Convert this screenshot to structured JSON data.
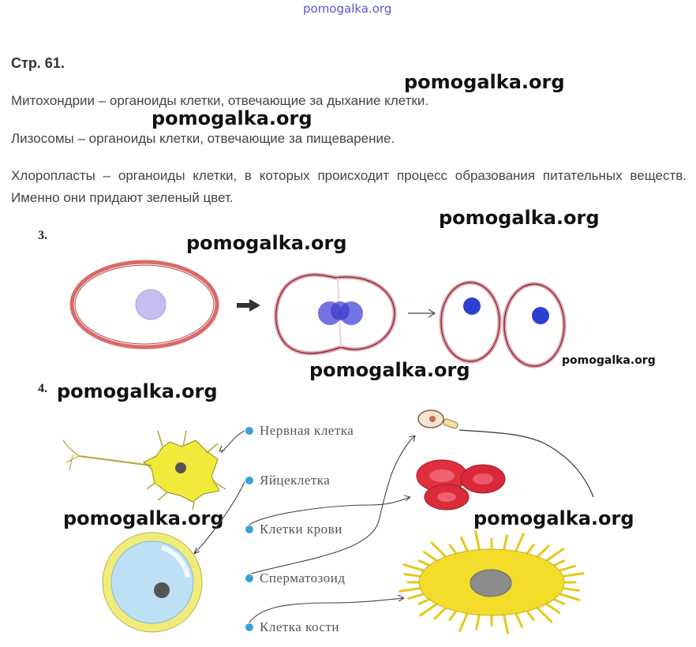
{
  "site_logo": "pomogalka.org",
  "heading": "Стр. 61.",
  "paragraphs": [
    "Митохондрии – органоиды клетки, отвечающие за дыхание клетки.",
    "Лизосомы – органоиды клетки, отвечающие за пищеварение.",
    "Хлоропласты – органоиды клетки, в которых происходит процесс образования питательных веществ. Именно они придают зеленый цвет."
  ],
  "watermark": "pomogalka.org",
  "task3": {
    "number": "3."
  },
  "task4": {
    "number": "4.",
    "labels": [
      "Нервная клетка",
      "Яйцеклетка",
      "Клетки крови",
      "Сперматозоид",
      "Клетка кости"
    ]
  },
  "colors": {
    "membrane": "#d96a6a",
    "nucleus_blue": "#3a4ad6",
    "neuron": "#f2ea3a",
    "egg": "#bde0f5",
    "blood": "#e0303e",
    "bone": "#f3dc2a",
    "dot": "#3aa0d8"
  }
}
